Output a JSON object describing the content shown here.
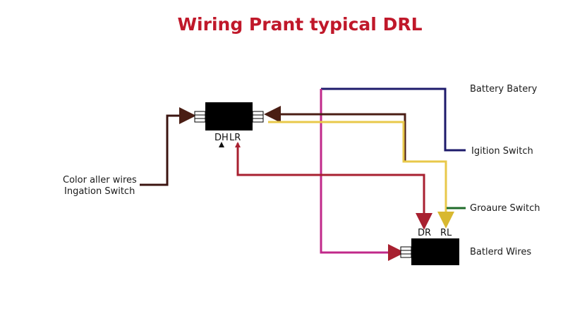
{
  "title": "Wiring Prant typical DRL",
  "labels": {
    "battery": "Battery Batery",
    "ignition": "Igition Switch",
    "ground": "Groaure Switch",
    "battery_wires": "Batlerd Wires",
    "left_line1": "Color aller wires",
    "left_line2": "Ingation Switch"
  },
  "module_top": {
    "pin_left": "DH",
    "pin_right": "LR"
  },
  "module_bottom": {
    "pin_left": "DR",
    "pin_right": "RL"
  },
  "wire_colors": {
    "brown": "#4a1e14",
    "yellow": "#e8c84a",
    "navy": "#1d1a6b",
    "magenta": "#c0288a",
    "red": "#a82030",
    "green": "#1f6b2a",
    "black": "#111111"
  }
}
